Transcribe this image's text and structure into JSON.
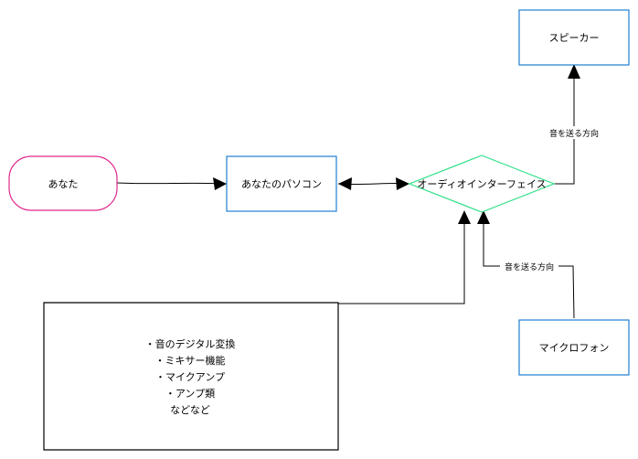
{
  "nodes": {
    "you": "あなた",
    "pc": "あなたのパソコン",
    "audio_interface": "オーディオインターフェイス",
    "speaker": "スピーカー",
    "microphone": "マイクロフォン"
  },
  "edges": {
    "to_speaker": "音を送る方向",
    "from_mic": "音を送る方向"
  },
  "note": {
    "lines": [
      "・音のデジタル変換",
      "・ミキサー機能",
      "・マイクアンプ",
      "・アンプ類",
      "などなど"
    ]
  },
  "colors": {
    "you_stroke": "#e0288c",
    "box_stroke": "#1f7fd1",
    "diamond_stroke": "#2fe08a",
    "line": "#000000"
  }
}
